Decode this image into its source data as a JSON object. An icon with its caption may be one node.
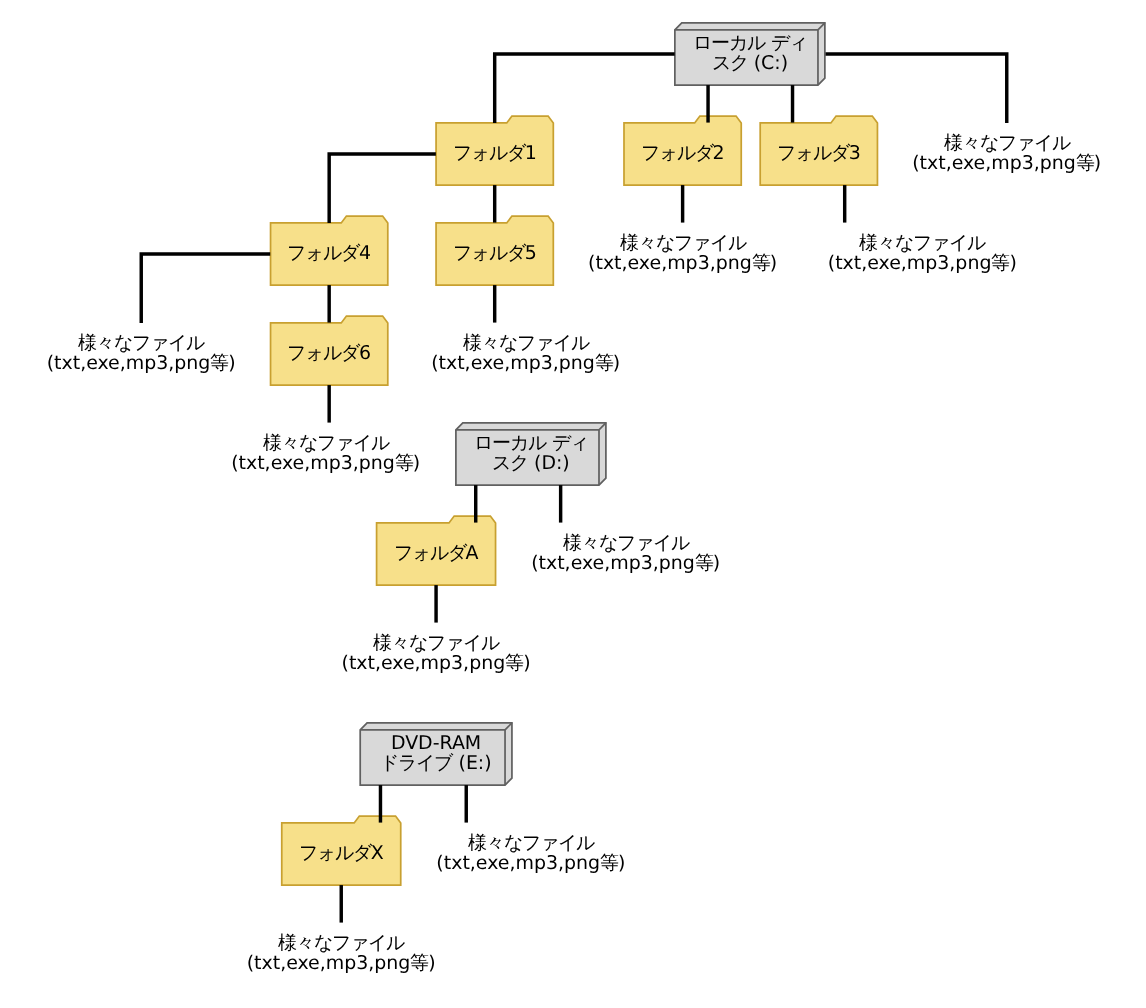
{
  "diagram": {
    "nodes": [
      {
        "text": [
          "ローカル ディスク (C:)"
        ]
      },
      {
        "text": [
          "フォルダ1"
        ]
      },
      {
        "text": [
          "フォルダ2"
        ]
      },
      {
        "text": [
          "フォルダ3"
        ]
      },
      {
        "text": [
          "様々なファイル(txt,exe,mp3,png等)"
        ]
      },
      {
        "text": [
          "様々なファイル(txt,exe,mp3,png等)"
        ]
      },
      {
        "text": [
          "様々なファイル(txt,exe,mp3,png等)"
        ]
      },
      {
        "text": [
          "フォルダ4"
        ]
      },
      {
        "text": [
          "フォルダ5"
        ]
      },
      {
        "text": [
          "様々なファイル(txt,exe,mp3,png等)"
        ]
      },
      {
        "text": [
          "フォルダ6"
        ]
      },
      {
        "text": [
          "様々なファイル(txt,exe,mp3,png等)"
        ]
      },
      {
        "text": [
          "様々なファイル(txt,exe,mp3,png等)"
        ]
      },
      {
        "text": [
          "ローカル ディスク (D:)"
        ]
      },
      {
        "text": [
          "フォルダA"
        ]
      },
      {
        "text": [
          "様々なファイル(txt,exe,mp3,png等)"
        ]
      },
      {
        "text": [
          "様々なファイル(txt,exe,mp3,png等)"
        ]
      },
      {
        "text": [
          "DVD-RAM ドライブ (E:)"
        ]
      },
      {
        "text": [
          "フォルダX"
        ]
      },
      {
        "text": [
          "様々なファイル(txt,exe,mp3,png等)"
        ]
      },
      {
        "text": [
          "様々なファイル(txt,exe,mp3,png等)"
        ]
      }
    ],
    "edges": [
      {
        "from": 0,
        "to": 1,
        "arrow": "none"
      },
      {
        "from": 0,
        "to": 2,
        "arrow": "none"
      },
      {
        "from": 0,
        "to": 3,
        "arrow": "none"
      },
      {
        "from": 0,
        "to": 4,
        "arrow": "none"
      },
      {
        "from": 2,
        "to": 5,
        "arrow": "none"
      },
      {
        "from": 3,
        "to": 6,
        "arrow": "none"
      },
      {
        "from": 1,
        "to": 7,
        "arrow": "none"
      },
      {
        "from": 1,
        "to": 8,
        "arrow": "none"
      },
      {
        "from": 7,
        "to": 9,
        "arrow": "none"
      },
      {
        "from": 7,
        "to": 10,
        "arrow": "none"
      },
      {
        "from": 8,
        "to": 11,
        "arrow": "none"
      },
      {
        "from": 10,
        "to": 12,
        "arrow": "none"
      },
      {
        "from": 13,
        "to": 14,
        "arrow": "none"
      },
      {
        "from": 13,
        "to": 15,
        "arrow": "none"
      },
      {
        "from": 14,
        "to": 16,
        "arrow": "none"
      },
      {
        "from": 17,
        "to": 18,
        "arrow": "none"
      },
      {
        "from": 17,
        "to": 19,
        "arrow": "none"
      },
      {
        "from": 18,
        "to": 20,
        "arrow": "none"
      }
    ]
  }
}
